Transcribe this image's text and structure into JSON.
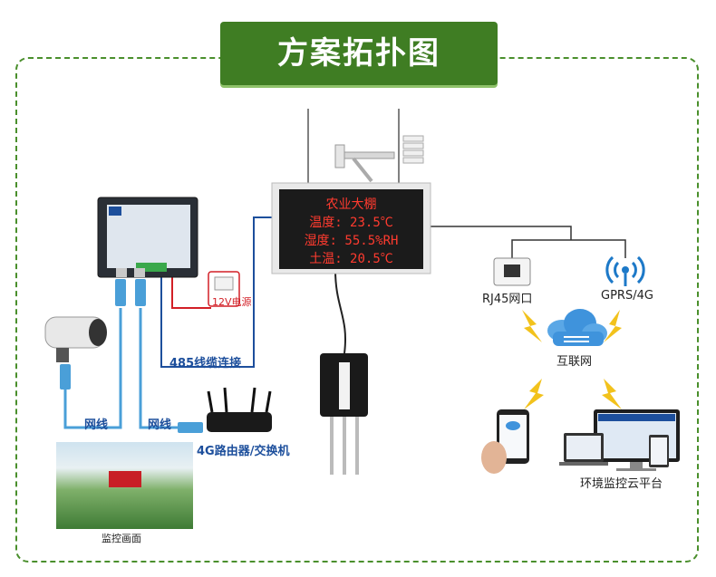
{
  "title": "方案拓扑图",
  "led_display": {
    "line1": "农业大棚",
    "line2": "温度:   23.5℃",
    "line3": "湿度:  55.5%RH",
    "line4": "土温:   20.5℃"
  },
  "labels": {
    "rj45": "RJ45网口",
    "gprs": "GPRS/4G",
    "internet": "互联网",
    "cloud_platform": "环境监控云平台",
    "cable_485": "485线缆连接",
    "power_12v": "12V电源",
    "net_cable_1": "网线",
    "net_cable_2": "网线",
    "router": "4G路由器/交换机",
    "monitor_view": "监控画面"
  },
  "colors": {
    "title_bg": "#3f7d23",
    "frame": "#4a8f2c",
    "cable_485": "#1d4f9c",
    "cable_net": "#4a9fd8",
    "power_line": "#d21f26",
    "lightning": "#f2c21c",
    "led_text": "#ff3b2f"
  },
  "icons": [
    "camera-icon",
    "cloud-icon",
    "wifi-icon",
    "ethernet-port-icon",
    "router-icon",
    "phone-icon",
    "computer-icon",
    "lightning-icon",
    "soil-sensor-icon",
    "video-encoder-icon",
    "power-adapter-icon",
    "weather-sensor-icon"
  ]
}
